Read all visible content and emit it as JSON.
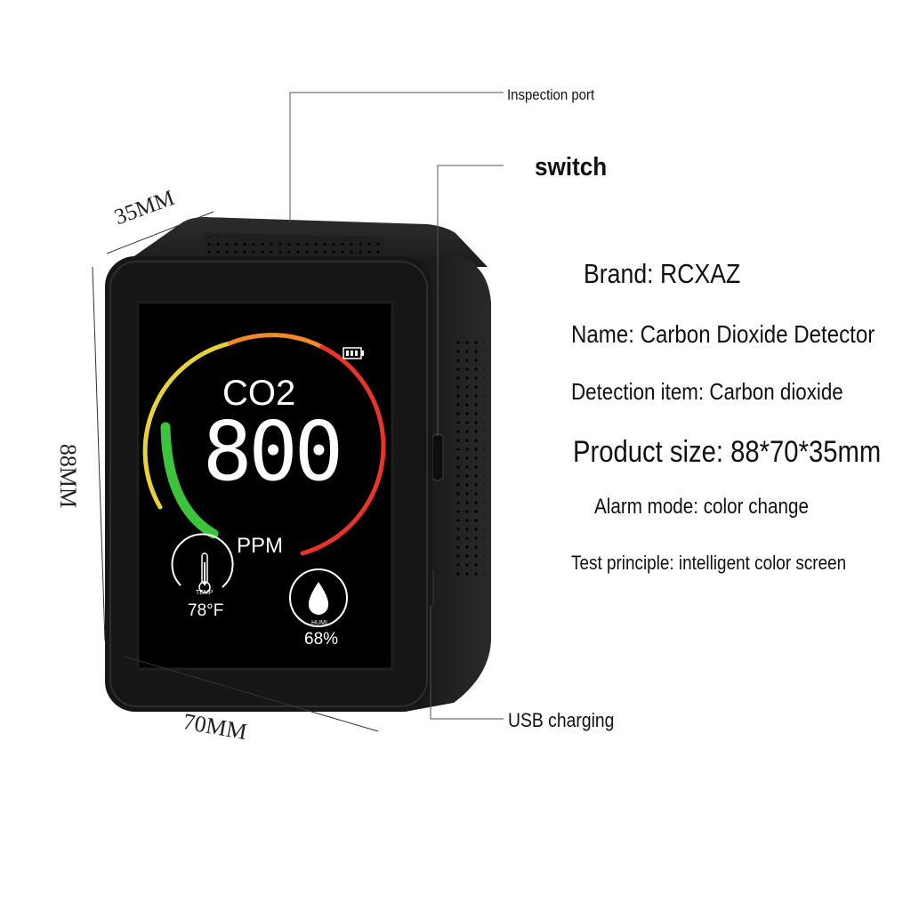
{
  "callouts": {
    "inspection_port": "Inspection port",
    "switch": "switch",
    "usb_charging": "USB charging"
  },
  "dimensions": {
    "depth": "35MM",
    "height": "88MM",
    "width": "70MM"
  },
  "specs": {
    "brand": "Brand: RCXAZ",
    "name": "Name: Carbon Dioxide Detector",
    "detection_item": "Detection item: Carbon dioxide",
    "product_size": "Product size: 88*70*35mm",
    "alarm_mode": "Alarm mode: color change",
    "test_principle": "Test principle: intelligent color screen"
  },
  "screen": {
    "gas_label": "CO2",
    "reading": "800",
    "unit": "PPM",
    "temp_label": "TEMP",
    "temp_value": "78°F",
    "humi_label": "HUMI",
    "humi_value": "68%",
    "battery_icon": "battery-full-icon",
    "thermometer_icon": "thermometer-icon",
    "droplet_icon": "water-drop-icon"
  },
  "colors": {
    "device_body": "#1a1a1a",
    "screen_bg": "#000000",
    "gauge_green": "#3cc43c",
    "gauge_yellow": "#e8d23a",
    "gauge_orange": "#f08a2a",
    "gauge_red": "#e8342a"
  }
}
